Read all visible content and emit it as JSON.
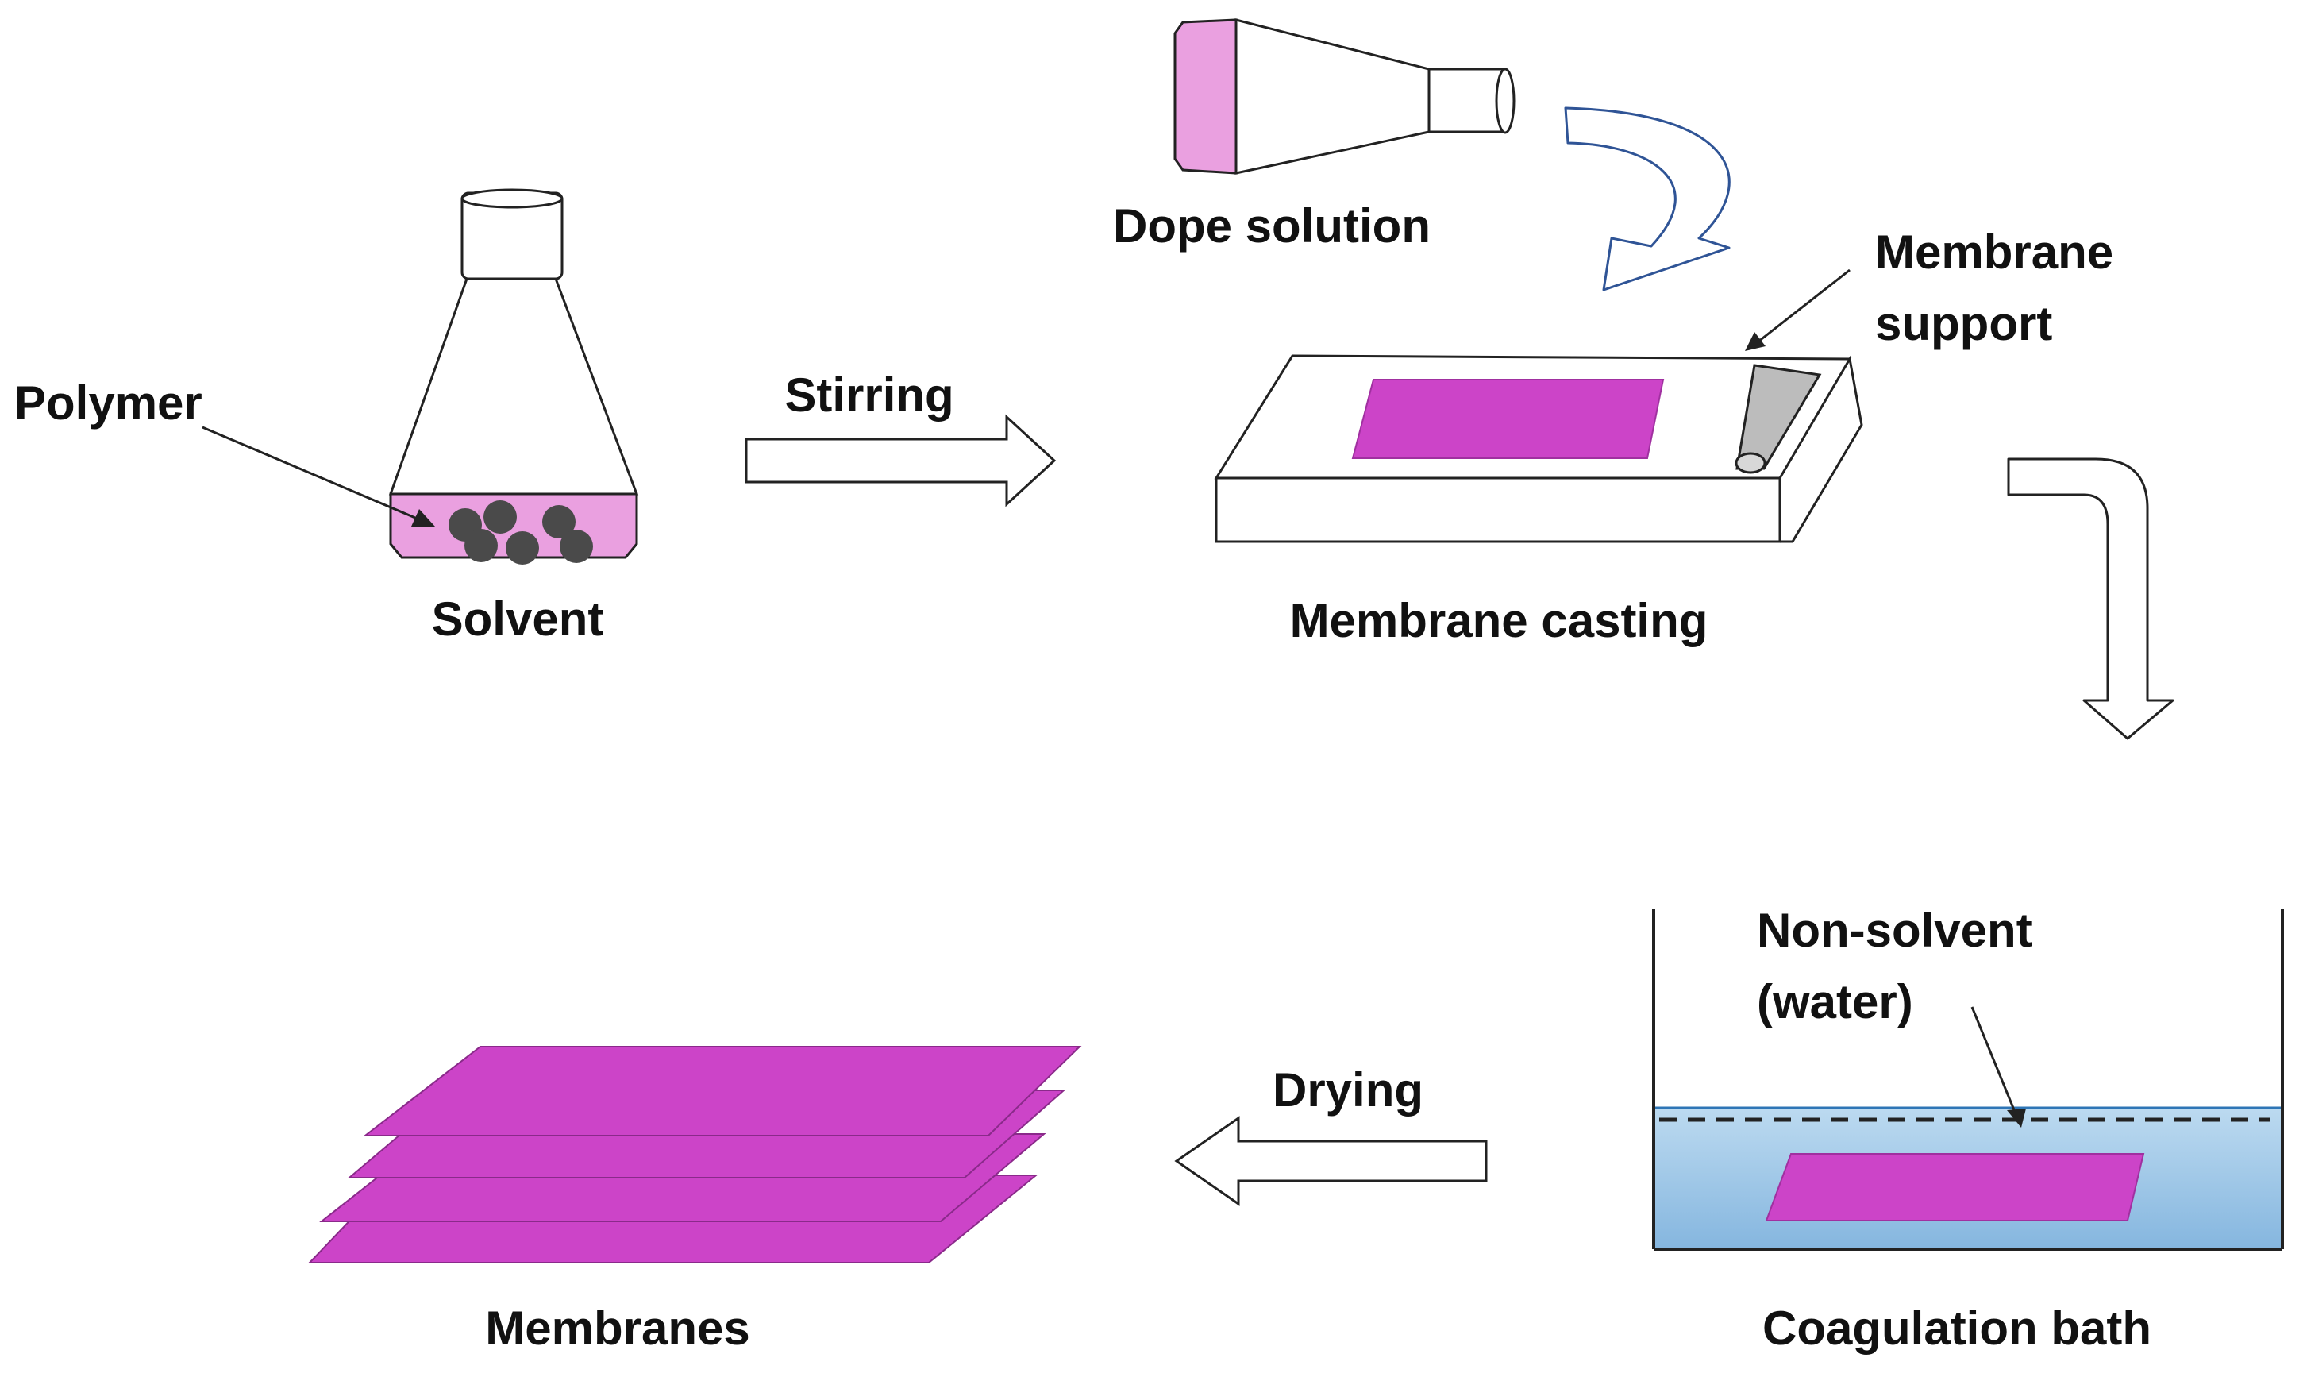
{
  "labels": {
    "polymer": "Polymer",
    "solvent": "Solvent",
    "stirring": "Stirring",
    "dope_solution": "Dope solution",
    "membrane_support_line1": "Membrane",
    "membrane_support_line2": "support",
    "membrane_casting": "Membrane casting",
    "non_solvent_line1": "Non-solvent",
    "non_solvent_line2": "(water)",
    "coagulation_bath": "Coagulation bath",
    "drying": "Drying",
    "membranes": "Membranes"
  },
  "colors": {
    "solution_fill": "#eaa0e0",
    "membrane_fill": "#cc44c8",
    "polymer_bead": "#4a4a4a",
    "water_top": "#b8d8ee",
    "water_bottom": "#88b8e0",
    "support_rod": "#bcbcbc",
    "curved_arrow_stroke": "#2f5496",
    "outline": "#222222"
  }
}
